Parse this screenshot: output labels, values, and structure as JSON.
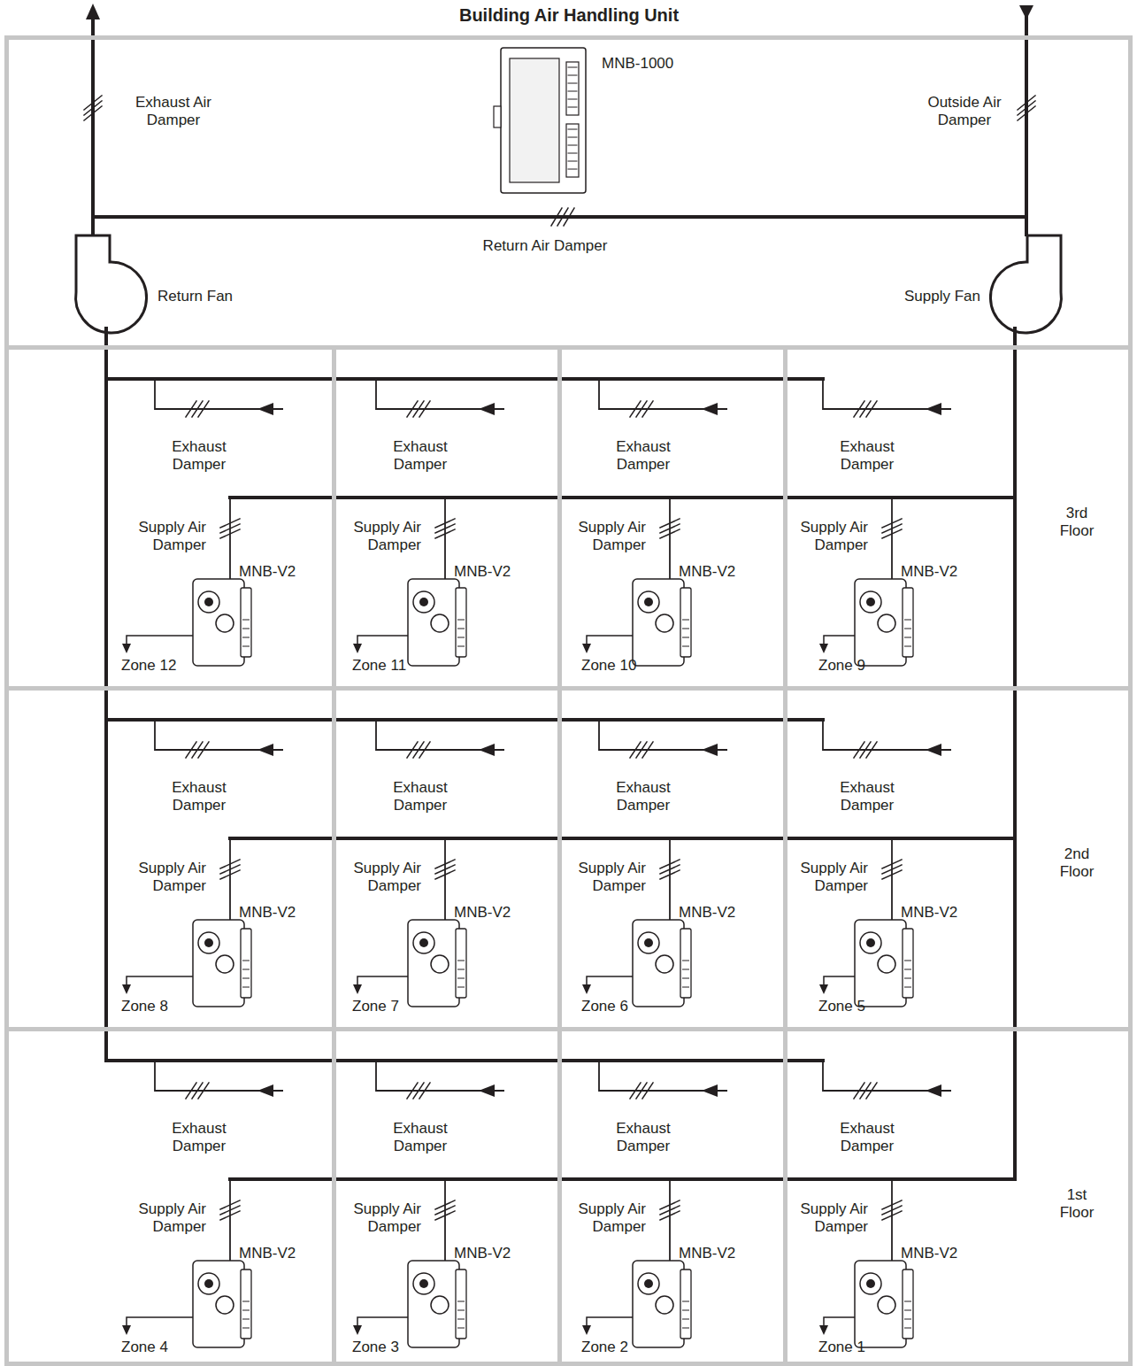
{
  "diagram": {
    "title": "Building Air Handling Unit",
    "nodes": [
      {
        "text": [
          "MNB-1000",
          "Exhaust Air Damper",
          "Outside Air Damper",
          "Return Air Damper",
          "Return Fan",
          "Supply Fan"
        ]
      },
      {
        "text": [
          "3rd Floor"
        ]
      },
      {
        "text": [
          "Exhaust Damper",
          "Supply Air Damper",
          "MNB-V2",
          "Zone 12"
        ],
        "in": 1
      },
      {
        "text": [
          "Exhaust Damper",
          "Supply Air Damper",
          "MNB-V2",
          "Zone 11"
        ],
        "in": 1
      },
      {
        "text": [
          "Exhaust Damper",
          "Supply Air Damper",
          "MNB-V2",
          "Zone 10"
        ],
        "in": 1
      },
      {
        "text": [
          "Exhaust Damper",
          "Supply Air Damper",
          "MNB-V2",
          "Zone 9"
        ],
        "in": 1
      },
      {
        "text": [
          "2nd Floor"
        ]
      },
      {
        "text": [
          "Exhaust Damper",
          "Supply Air Damper",
          "MNB-V2",
          "Zone 8"
        ],
        "in": 6
      },
      {
        "text": [
          "Exhaust Damper",
          "Supply Air Damper",
          "MNB-V2",
          "Zone 7"
        ],
        "in": 6
      },
      {
        "text": [
          "Exhaust Damper",
          "Supply Air Damper",
          "MNB-V2",
          "Zone 6"
        ],
        "in": 6
      },
      {
        "text": [
          "Exhaust Damper",
          "Supply Air Damper",
          "MNB-V2",
          "Zone 5"
        ],
        "in": 6
      },
      {
        "text": [
          "1st Floor"
        ]
      },
      {
        "text": [
          "Exhaust Damper",
          "Supply Air Damper",
          "MNB-V2",
          "Zone 4"
        ],
        "in": 11
      },
      {
        "text": [
          "Exhaust Damper",
          "Supply Air Damper",
          "MNB-V2",
          "Zone 3"
        ],
        "in": 11
      },
      {
        "text": [
          "Exhaust Damper",
          "Supply Air Damper",
          "MNB-V2",
          "Zone 2"
        ],
        "in": 11
      },
      {
        "text": [
          "Exhaust Damper",
          "Supply Air Damper",
          "MNB-V2",
          "Zone 1"
        ],
        "in": 11
      }
    ]
  }
}
